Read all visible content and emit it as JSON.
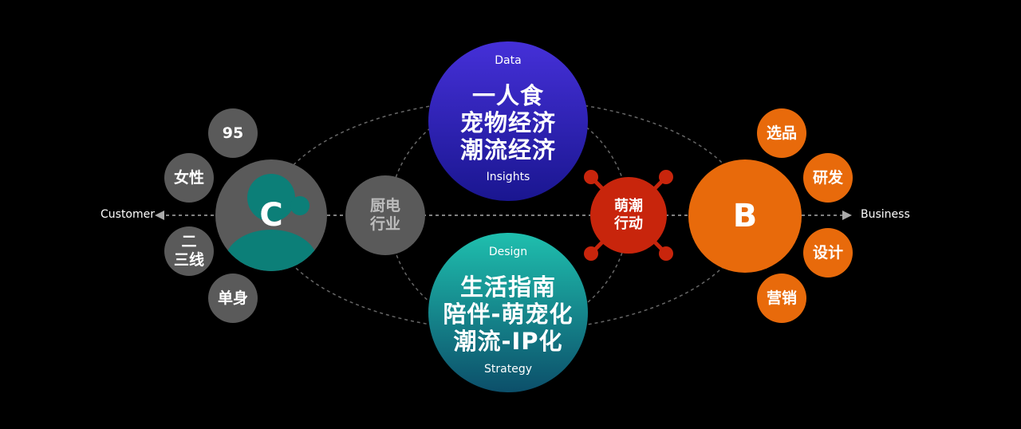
{
  "axis": {
    "left_label": "Customer",
    "right_label": "Business"
  },
  "customer": {
    "letter": "C",
    "tags": [
      "95",
      "女性",
      "二\n三线",
      "单身"
    ]
  },
  "business": {
    "letter": "B",
    "tags": [
      "选品",
      "研发",
      "设计",
      "营销"
    ]
  },
  "kitchen": {
    "label": "厨电\n行业"
  },
  "action": {
    "label": "萌潮\n行动"
  },
  "top_circle": {
    "top_label": "Data",
    "lines": [
      "一人食",
      "宠物经济",
      "潮流经济"
    ],
    "bottom_label": "Insights"
  },
  "bottom_circle": {
    "top_label": "Design",
    "lines": [
      "生活指南",
      "陪伴-萌宠化",
      "潮流-IP化"
    ],
    "bottom_label": "Strategy"
  },
  "colors": {
    "grey": "#5a5a5a",
    "orange": "#e86a0b",
    "teal": "#0c7f78",
    "red": "#c8250c",
    "purple_top": "#4530d8",
    "purple_bottom": "#1a1690",
    "teal_top": "#1fbfae",
    "teal_bottom": "#0c4f6a"
  }
}
